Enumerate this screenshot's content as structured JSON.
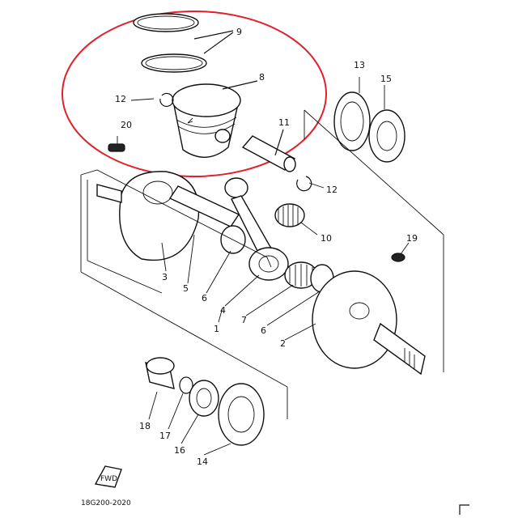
{
  "callouts": {
    "c1": "1",
    "c2": "2",
    "c3": "3",
    "c4": "4",
    "c5": "5",
    "c6a": "6",
    "c6b": "6",
    "c7": "7",
    "c8": "8",
    "c9": "9",
    "c10": "10",
    "c11": "11",
    "c12a": "12",
    "c12b": "12",
    "c13": "13",
    "c14": "14",
    "c15": "15",
    "c16": "16",
    "c17": "17",
    "c18": "18",
    "c19": "19",
    "c20": "20"
  },
  "fwd_label": "FWD",
  "diagram_code": "18G200-2020",
  "colors": {
    "highlight": "#e0202a",
    "ink": "#111111"
  }
}
